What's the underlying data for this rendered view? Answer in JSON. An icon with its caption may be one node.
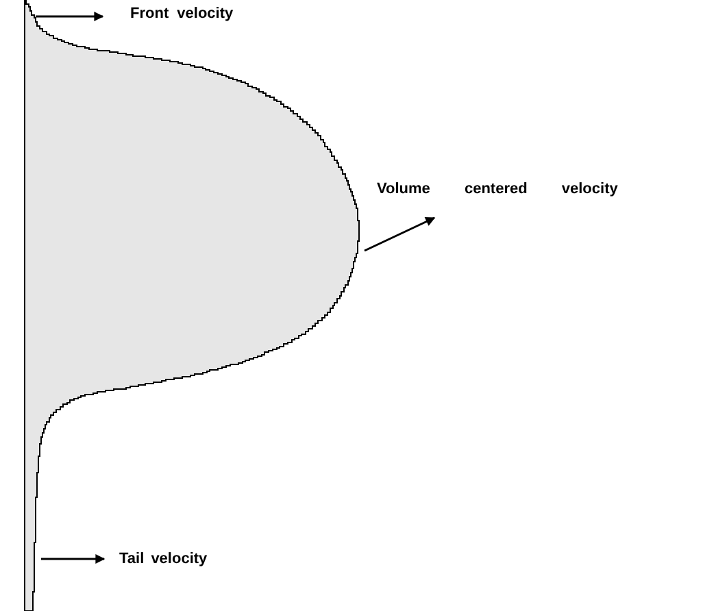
{
  "diagram": {
    "labels": [
      "Front velocity",
      "Volume centered velocity",
      "Tail velocity"
    ]
  }
}
